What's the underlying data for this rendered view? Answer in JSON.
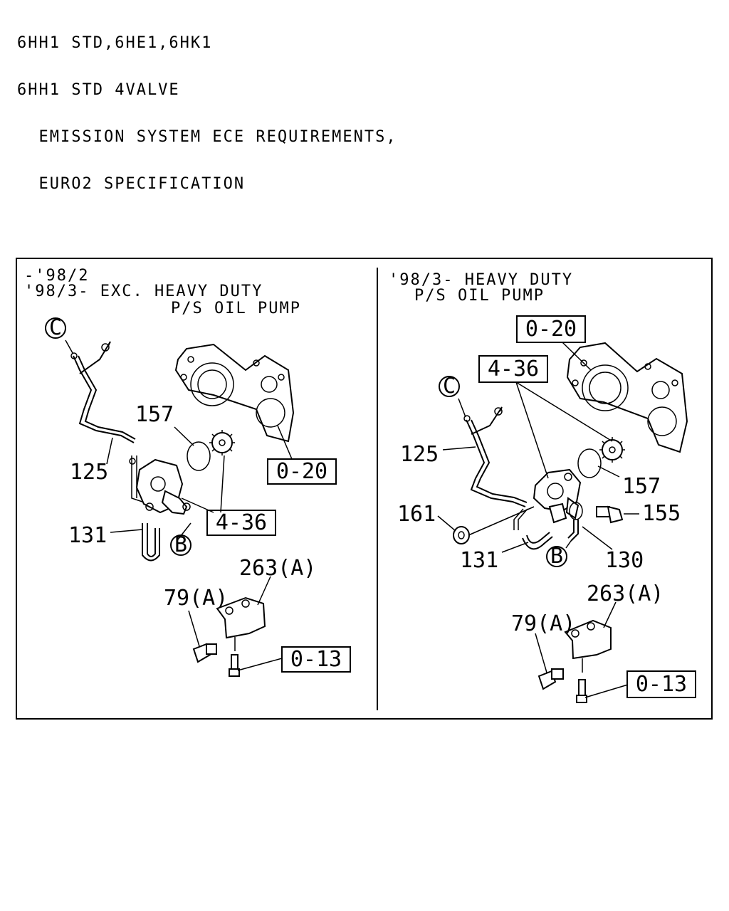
{
  "header": {
    "line1": "6HH1 STD,6HE1,6HK1",
    "line2": "6HH1 STD 4VALVE",
    "line3": "  EMISSION SYSTEM ECE REQUIREMENTS,",
    "line4": "  EURO2 SPECIFICATION"
  },
  "left_panel": {
    "caption_line1": "-'98/2",
    "caption_line2": "'98/3- EXC. HEAVY DUTY",
    "caption_line3": "P/S OIL PUMP",
    "callouts": {
      "c": "C",
      "b": "B",
      "p157": "157",
      "p125": "125",
      "p131": "131",
      "ref_020": "0-20",
      "ref_436": "4-36",
      "p263": "263(A)",
      "p79": "79(A)",
      "ref_013": "0-13"
    }
  },
  "right_panel": {
    "caption_line1": "'98/3- HEAVY DUTY",
    "caption_line2": "P/S OIL PUMP",
    "callouts": {
      "c": "C",
      "b": "B",
      "ref_020": "0-20",
      "ref_436": "4-36",
      "p125": "125",
      "p157": "157",
      "p161": "161",
      "p155": "155",
      "p131": "131",
      "p130": "130",
      "p263": "263(A)",
      "p79": "79(A)",
      "ref_013": "0-13"
    }
  }
}
